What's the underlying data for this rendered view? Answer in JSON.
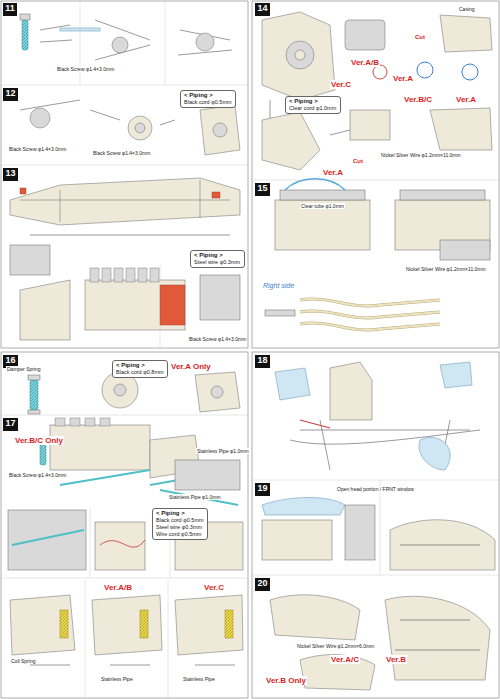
{
  "diagram": {
    "nodes": [
      {
        "text": [
          "11"
        ]
      },
      {
        "text": [
          "12"
        ]
      },
      {
        "text": [
          "< Piping >",
          "Black cord φ0.5mm"
        ]
      },
      {
        "text": [
          "13"
        ]
      },
      {
        "text": [
          "< Piping >",
          "Steel wire φ0.3mm"
        ]
      },
      {
        "text": [
          "14"
        ]
      },
      {
        "text": [
          "< Piping >",
          "Clear cord φ1.0mm"
        ]
      },
      {
        "text": [
          "15"
        ]
      },
      {
        "text": [
          "16"
        ]
      },
      {
        "text": [
          "< Piping >",
          "Black cord φ0.8mm"
        ]
      },
      {
        "text": [
          "17"
        ]
      },
      {
        "text": [
          "< Piping >",
          "Black cord φ0.5mm",
          "Steel wire φ0.3mm",
          "Wire cord φ0.5mm"
        ]
      },
      {
        "text": [
          "18"
        ]
      },
      {
        "text": [
          "19"
        ]
      },
      {
        "text": [
          "20"
        ]
      }
    ],
    "labels": [
      "Black Screw φ1.4×3.0mm",
      "Black Screw φ1.4×3.0mm",
      "Black Screw φ1.4×3.0mm",
      "Black Screw φ1.4×3.0mm",
      "Cut",
      "Casing",
      "Ver.A/B",
      "Ver.A",
      "Ver.C",
      "Ver.B/C",
      "Ver.A",
      "Nickel Silver Wire φ1.2mm×11.0mm",
      "Cut",
      "Ver.A",
      "Clear tube φ1.0mm",
      "Nickel Silver Wire φ1.2mm×11.0mm",
      "Right side",
      "Damper Spring",
      "Ver.A Only",
      "Ver.B/C Only",
      "Black Screw φ1.4×3.0mm",
      "Stainless Pipe φ1.0mm",
      "Stainless Pipe φ1.0mm",
      "Ver.A/B",
      "Ver.C",
      "Coil Spring",
      "Stainless Pipe",
      "Stainless Pipe",
      "Open head portion / FRNT window",
      "Nickel Silver Wire φ1.2mm×6.0mm",
      "Ver.A/C",
      "Ver.B",
      "Ver.B Only"
    ]
  }
}
